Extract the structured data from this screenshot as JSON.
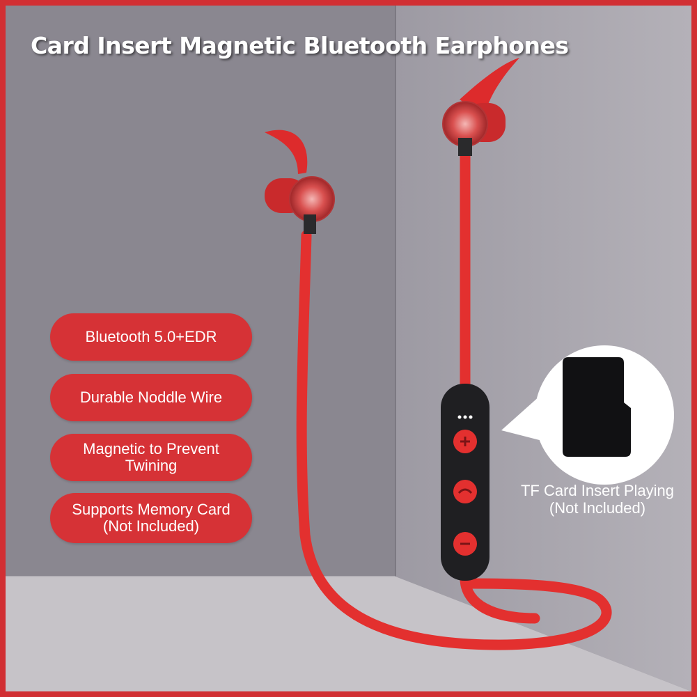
{
  "title": "Card Insert Magnetic Bluetooth Earphones",
  "features": [
    {
      "lines": [
        "Bluetooth 5.0+EDR"
      ]
    },
    {
      "lines": [
        "Durable Noddle Wire"
      ]
    },
    {
      "lines": [
        "Magnetic to Prevent",
        "Twining"
      ]
    },
    {
      "lines": [
        "Supports Memory Card",
        "(Not Included)"
      ]
    }
  ],
  "tf_card": {
    "lines": [
      "TF Card Insert Playing",
      "(Not Included)"
    ]
  },
  "remote": {
    "buttons": [
      "plus-icon",
      "phone-icon",
      "minus-icon"
    ]
  },
  "colors": {
    "frame": "#d12f33",
    "wall_left": "#8a8790",
    "wall_right": "#a9a6ae",
    "floor": "#c9c6cb",
    "earphone_red": "#e3302f",
    "remote_body": "#1f1f22",
    "pill": "#d63236"
  }
}
